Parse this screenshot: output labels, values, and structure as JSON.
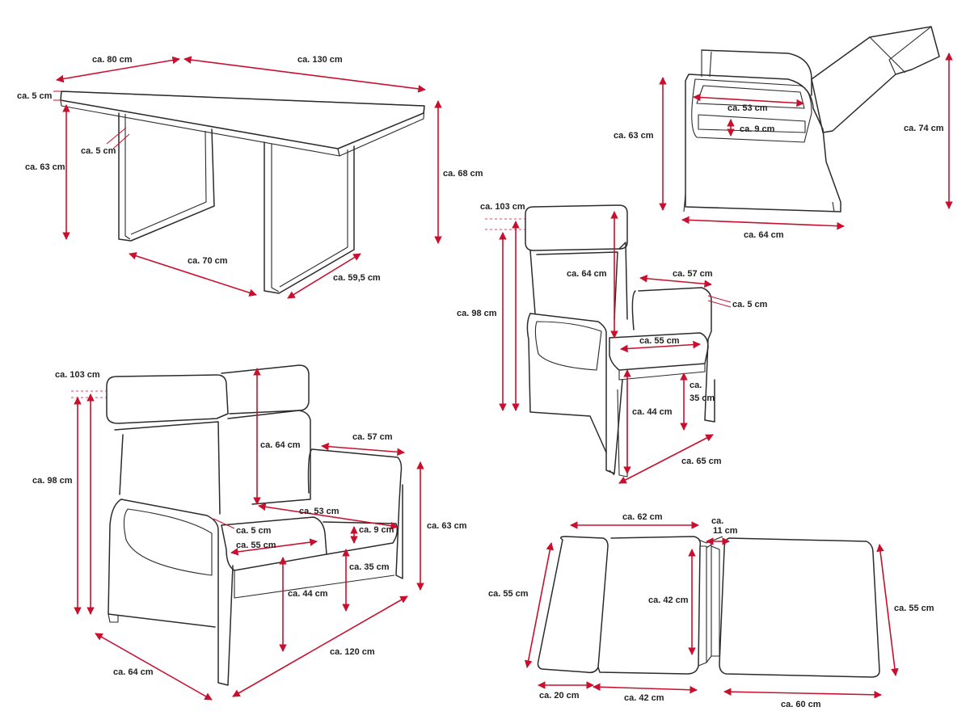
{
  "diagram": {
    "table": {
      "depth_top": "ca. 80 cm",
      "length": "ca. 130 cm",
      "top_thickness": "ca. 5 cm",
      "leg_width": "ca. 5 cm",
      "leg_height": "ca. 63 cm",
      "total_height": "ca. 68 cm",
      "leg_span": "ca. 70 cm",
      "leg_depth": "ca. 59,5 cm"
    },
    "recliner_reclined": {
      "seat_width": "ca. 53 cm",
      "cushion_thickness": "ca. 9 cm",
      "arm_height": "ca. 63 cm",
      "total_height": "ca. 74 cm",
      "width": "ca. 64 cm"
    },
    "armchair": {
      "total_height": "ca. 103 cm",
      "back_height": "ca. 98 cm",
      "backrest_height": "ca. 64 cm",
      "armrest_length": "ca. 57 cm",
      "armrest_width": "ca. 5 cm",
      "seat_width": "ca. 55 cm",
      "seat_to_ground": "ca. 35 cm",
      "seat_height": "ca. 44 cm",
      "depth": "ca. 65 cm"
    },
    "sofa": {
      "total_height": "ca. 103 cm",
      "back_height": "ca. 98 cm",
      "backrest_height": "ca. 64 cm",
      "armrest_length": "ca. 57 cm",
      "seat_depth": "ca. 53 cm",
      "cushion_thickness": "ca. 9 cm",
      "arm_height": "ca. 63 cm",
      "armrest_width": "ca. 5 cm",
      "seat_width": "ca. 55 cm",
      "seat_to_ground": "ca. 35 cm",
      "seat_height": "ca. 44 cm",
      "length": "ca. 120 cm",
      "depth": "ca. 64 cm"
    },
    "cushion": {
      "total_width": "ca. 62 cm",
      "gap": "ca.",
      "gap_value": "11 cm",
      "height_left": "ca. 55 cm",
      "inner_height": "ca. 42 cm",
      "height_right": "ca. 55 cm",
      "left_part": "ca. 20 cm",
      "middle_part": "ca. 42 cm",
      "right_part": "ca. 60 cm"
    }
  }
}
